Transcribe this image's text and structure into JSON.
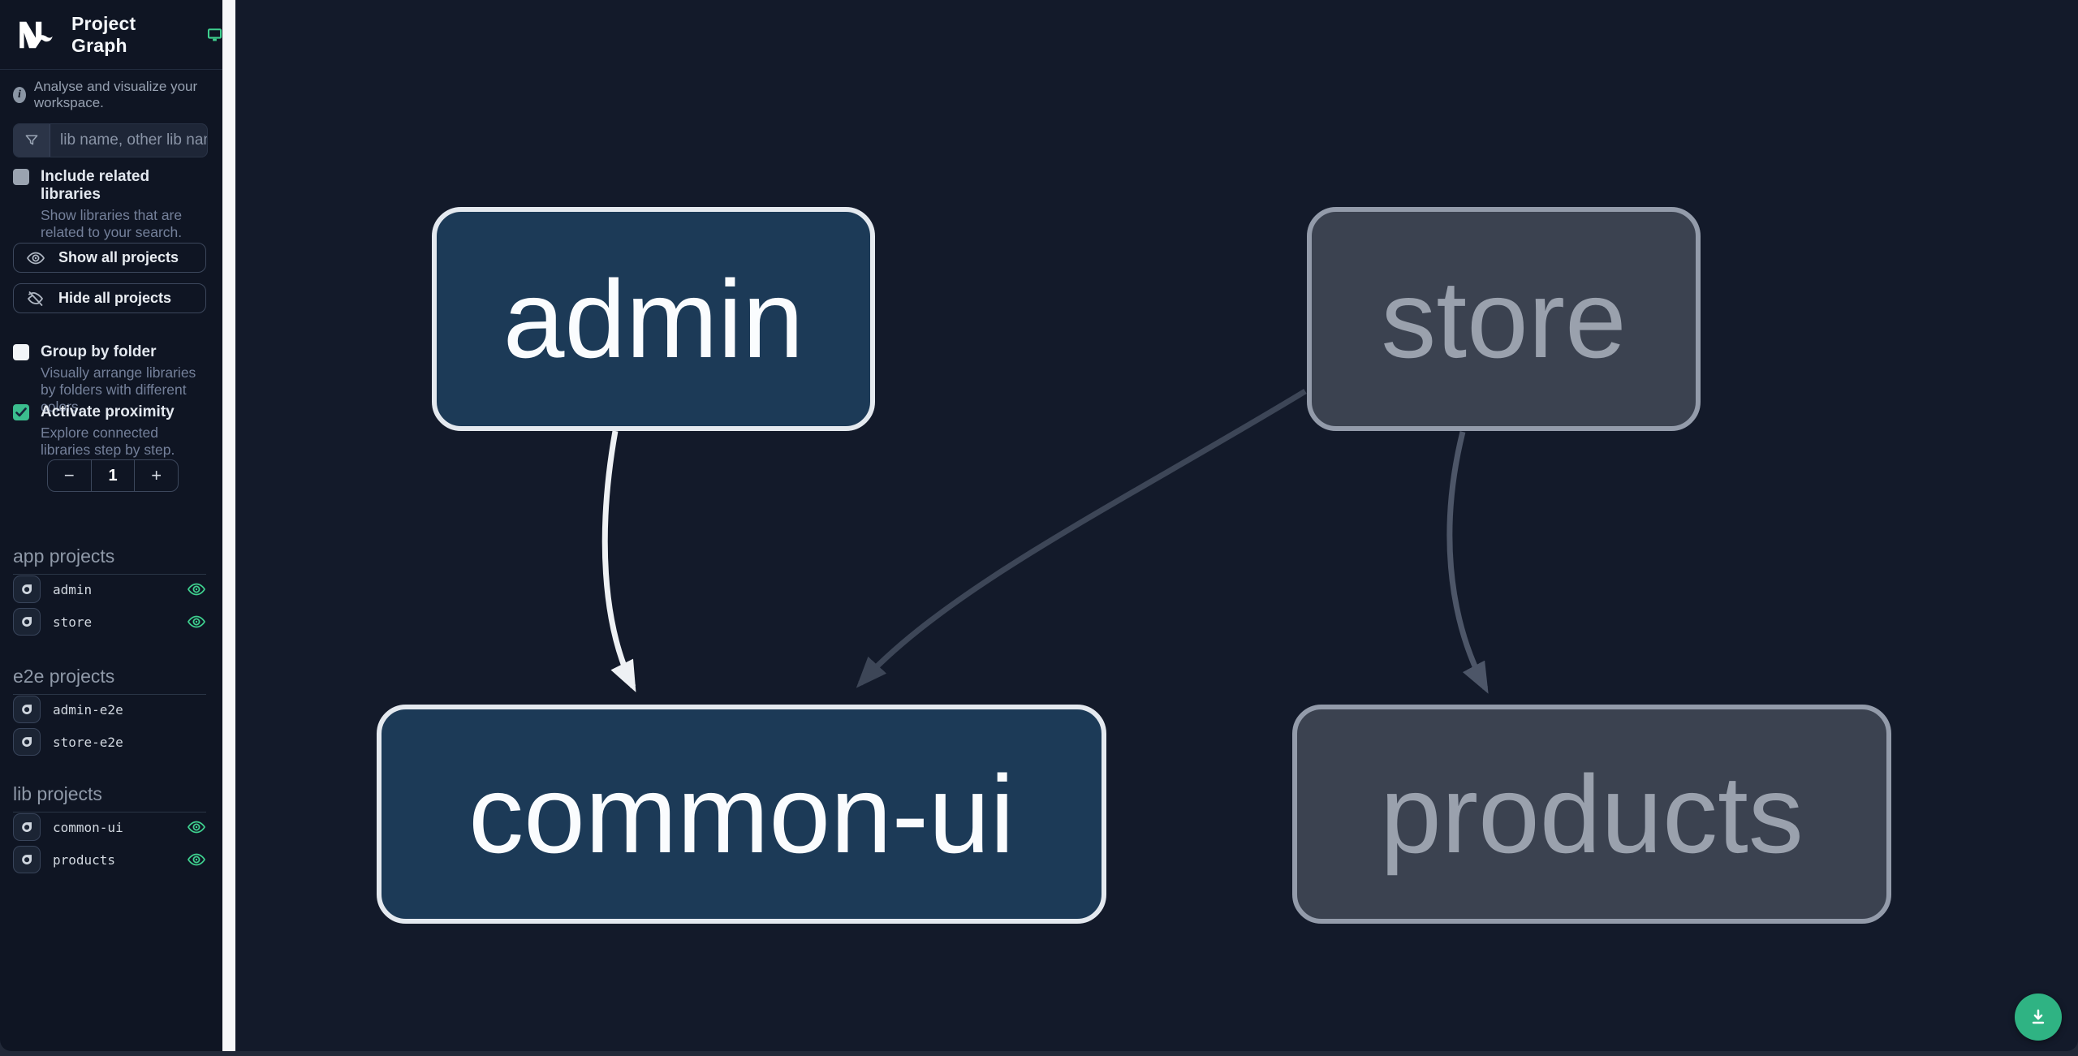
{
  "app": {
    "title": "Project Graph",
    "subtitle": "Analyse and visualize your workspace."
  },
  "search": {
    "placeholder": "lib name, other lib name"
  },
  "options": {
    "related": {
      "label": "Include related libraries",
      "desc": "Show libraries that are related to your search.",
      "checked": false
    },
    "group": {
      "label": "Group by folder",
      "desc": "Visually arrange libraries by folders with different colors.",
      "checked": false
    },
    "proximity": {
      "label": "Activate proximity",
      "desc": "Explore connected libraries step by step.",
      "checked": true
    }
  },
  "toolbar": {
    "show_all": "Show all projects",
    "hide_all": "Hide all projects"
  },
  "stepper": {
    "minus": "−",
    "value": "1",
    "plus": "+"
  },
  "sections": [
    {
      "title": "app projects",
      "items": [
        {
          "name": "admin",
          "visible_eye": true
        },
        {
          "name": "store",
          "visible_eye": true
        }
      ]
    },
    {
      "title": "e2e projects",
      "items": [
        {
          "name": "admin-e2e",
          "visible_eye": false
        },
        {
          "name": "store-e2e",
          "visible_eye": false
        }
      ]
    },
    {
      "title": "lib projects",
      "items": [
        {
          "name": "common-ui",
          "visible_eye": true
        },
        {
          "name": "products",
          "visible_eye": true
        }
      ]
    }
  ],
  "graph": {
    "nodes": [
      {
        "id": "admin",
        "label": "admin",
        "state": "focused"
      },
      {
        "id": "store",
        "label": "store",
        "state": "dimmed"
      },
      {
        "id": "common-ui",
        "label": "common-ui",
        "state": "focused"
      },
      {
        "id": "products",
        "label": "products",
        "state": "dimmed"
      }
    ],
    "edges": [
      {
        "from": "admin",
        "to": "common-ui",
        "state": "focused"
      },
      {
        "from": "store",
        "to": "common-ui",
        "state": "dimmed"
      },
      {
        "from": "store",
        "to": "products",
        "state": "dimmed"
      }
    ]
  },
  "colors": {
    "accent_teal": "#3ecf8e",
    "fab_green": "#2fb383",
    "sidebar_bg": "#0f1523",
    "canvas_bg": "#131a2a",
    "divider": "#f6f7f9",
    "node_focused_bg": "#1c3a57",
    "node_focused_border": "#e4e9ef",
    "node_dimmed_bg": "#3b4250",
    "node_dimmed_border": "#939baa",
    "edge_focused": "#eef1f4",
    "edge_dimmed_dark": "#3d4657",
    "edge_dimmed_mid": "#4d5668",
    "checkbox_checked": "#3bbd8e"
  },
  "icons": {
    "logo": "nx-logo",
    "header": "monitor-icon",
    "subtitle": "info-icon",
    "search": "filter-funnel-icon",
    "show_all": "eye-icon",
    "hide_all": "eye-off-icon",
    "project_row": "focus-project-icon",
    "row_right": "eye-icon",
    "fab": "download-icon"
  }
}
